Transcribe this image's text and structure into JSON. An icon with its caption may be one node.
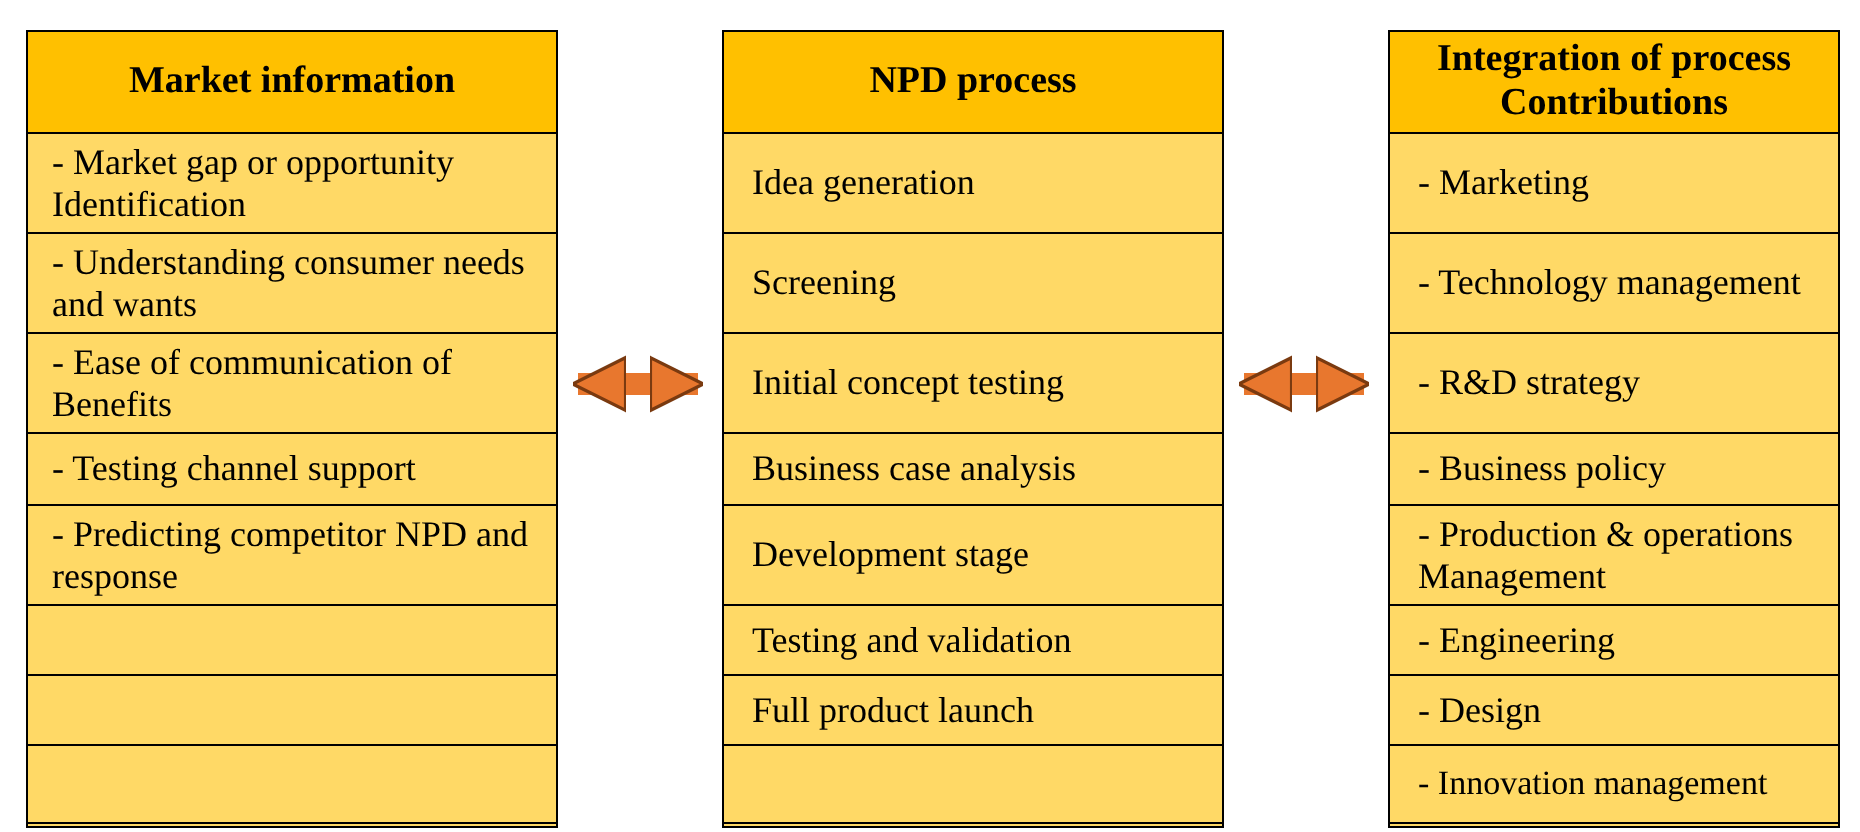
{
  "diagram": {
    "nodes": [
      {
        "text": [
          "Market information"
        ]
      },
      {
        "text": [
          "- Market gap or opportunity Identification"
        ],
        "in": 0
      },
      {
        "text": [
          "- Understanding consumer needs and wants"
        ],
        "in": 0
      },
      {
        "text": [
          "- Ease of communication of Benefits"
        ],
        "in": 0
      },
      {
        "text": [
          "- Testing channel support"
        ],
        "in": 0
      },
      {
        "text": [
          "- Predicting competitor NPD and response"
        ],
        "in": 0
      },
      {
        "text": [],
        "shape": "box",
        "in": 0
      },
      {
        "text": [],
        "shape": "box",
        "in": 0
      },
      {
        "text": [],
        "shape": "box",
        "in": 0
      },
      {
        "text": [
          "NPD process"
        ]
      },
      {
        "text": [
          "Idea generation"
        ],
        "in": 9
      },
      {
        "text": [
          "Screening"
        ],
        "in": 9
      },
      {
        "text": [
          "Initial concept testing"
        ],
        "in": 9
      },
      {
        "text": [
          "Business case analysis"
        ],
        "in": 9
      },
      {
        "text": [
          "Development stage"
        ],
        "in": 9
      },
      {
        "text": [
          "Testing and validation"
        ],
        "in": 9
      },
      {
        "text": [
          "Full product launch"
        ],
        "in": 9
      },
      {
        "text": [],
        "shape": "box",
        "in": 9
      },
      {
        "text": [
          "Integration of process Contributions"
        ]
      },
      {
        "text": [
          "- Marketing"
        ],
        "in": 18
      },
      {
        "text": [
          "- Technology management"
        ],
        "in": 18
      },
      {
        "text": [
          "- R&D strategy"
        ],
        "in": 18
      },
      {
        "text": [
          "- Business policy"
        ],
        "in": 18
      },
      {
        "text": [
          "- Production & operations Management"
        ],
        "in": 18
      },
      {
        "text": [
          "- Engineering"
        ],
        "in": 18
      },
      {
        "text": [
          "- Design"
        ],
        "in": 18
      },
      {
        "text": [
          "- Innovation management"
        ],
        "in": 18
      }
    ],
    "edges": [
      {
        "from": 0,
        "to": 9,
        "arrow": "both"
      },
      {
        "from": 9,
        "to": 18,
        "arrow": "both"
      }
    ]
  }
}
